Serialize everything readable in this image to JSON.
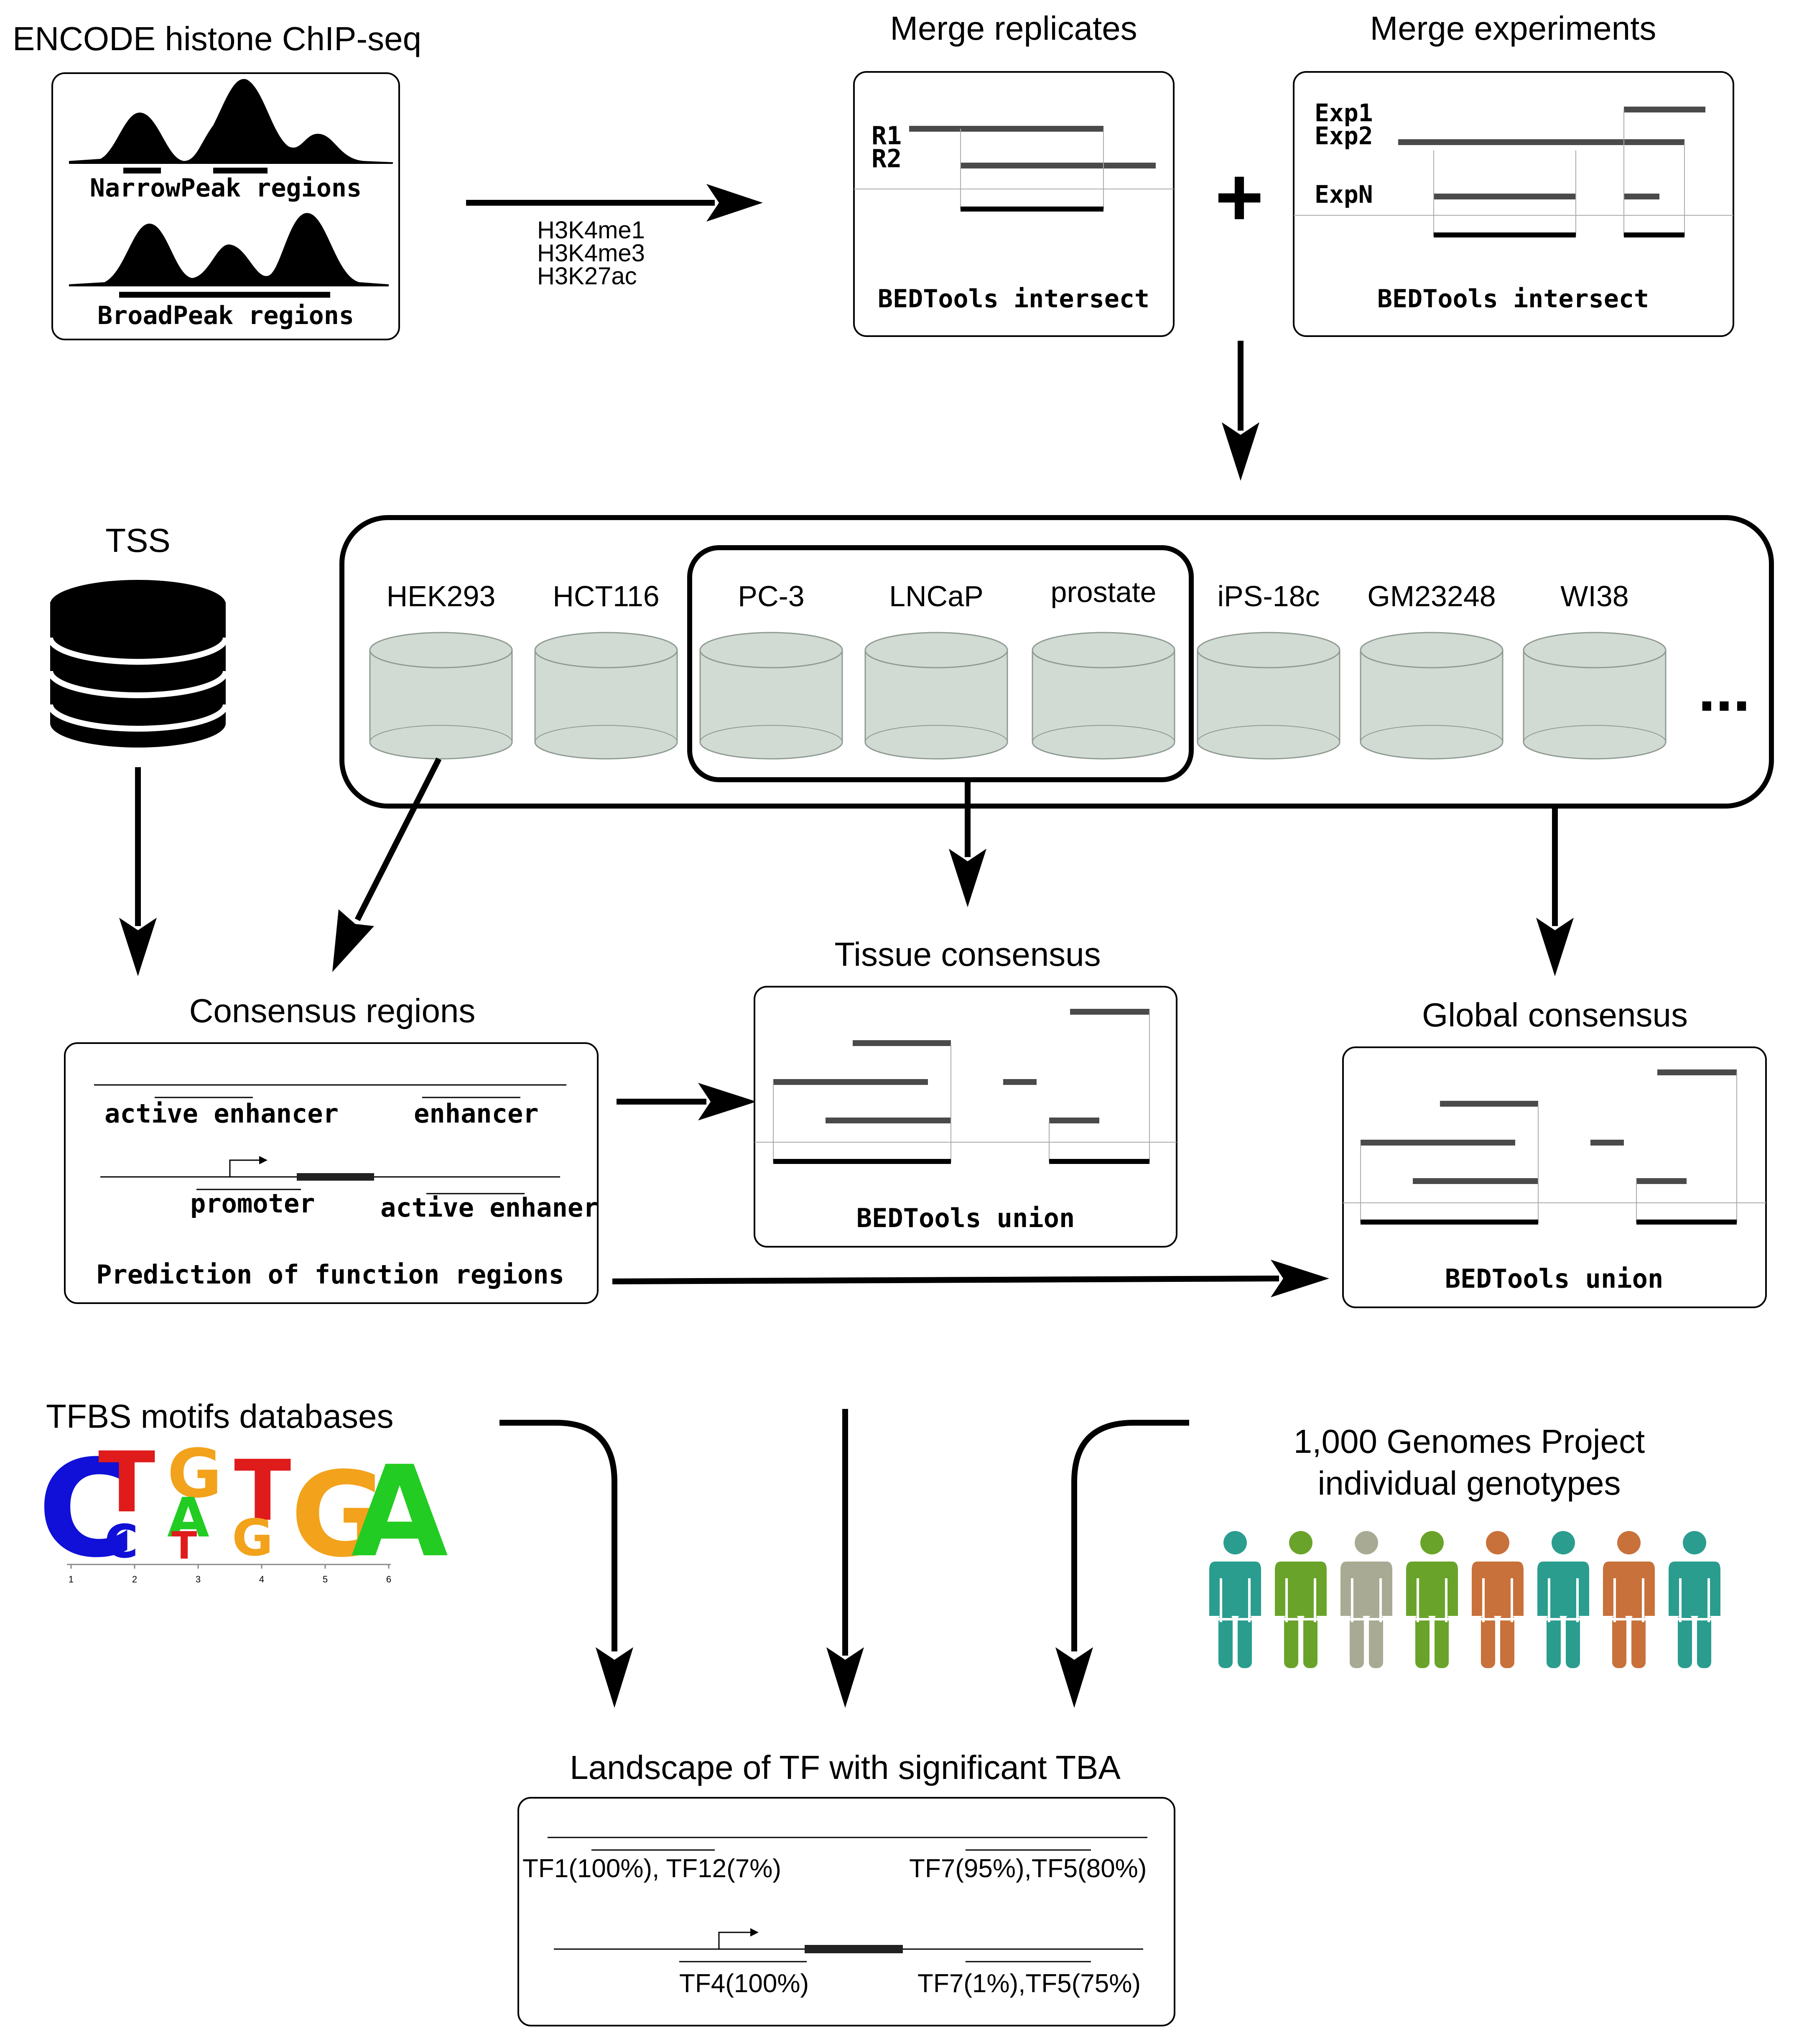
{
  "encode": {
    "title": "ENCODE histone ChIP-seq",
    "narrow_label": "NarrowPeak regions",
    "broad_label": "BroadPeak regions",
    "marks": [
      "H3K4me1",
      "H3K4me3",
      "H3K27ac"
    ]
  },
  "merge_replicates": {
    "title": "Merge replicates",
    "r1": "R1",
    "r2": "R2",
    "tool": "BEDTools intersect"
  },
  "plus": "+",
  "merge_experiments": {
    "title": "Merge experiments",
    "exp1": "Exp1",
    "exp2": "Exp2",
    "expn": "ExpN",
    "tool": "BEDTools intersect"
  },
  "tss": {
    "title": "TSS"
  },
  "cell_lines": [
    "HEK293",
    "HCT116",
    "PC-3",
    "LNCaP",
    "prostate",
    "iPS-18c",
    "GM23248",
    "WI38"
  ],
  "ellipsis": "...",
  "consensus_regions": {
    "title": "Consensus regions",
    "active_enhancer": "active enhancer",
    "enhancer": "enhancer",
    "promoter": "promoter",
    "active_enhaner": "active enhaner",
    "footer": "Prediction of function regions"
  },
  "tissue_consensus": {
    "title": "Tissue consensus",
    "tool": "BEDTools union"
  },
  "global_consensus": {
    "title": "Global consensus",
    "tool": "BEDTools union"
  },
  "tfbs": {
    "title": "TFBS motifs databases",
    "motif_letters": [
      "C",
      "T",
      "G",
      "T",
      "G",
      "A"
    ],
    "lower_letters": [
      "C",
      "A",
      "T",
      "G"
    ],
    "positions": [
      "1",
      "2",
      "3",
      "4",
      "5",
      "6"
    ]
  },
  "genomes": {
    "line1": "1,000 Genomes Project",
    "line2": "individual genotypes",
    "people_colors": [
      "#2a9d8f",
      "#6aa329",
      "#a8aa93",
      "#6aa329",
      "#c8713a",
      "#2a9d8f",
      "#c8713a",
      "#2a9d8f"
    ]
  },
  "landscape": {
    "title": "Landscape of TF with significant TBA",
    "tf_a": "TF1(100%), TF12(7%)",
    "tf_b": "TF7(95%),TF5(80%)",
    "tf_c": "TF4(100%)",
    "tf_d": "TF7(1%),TF5(75%)"
  }
}
